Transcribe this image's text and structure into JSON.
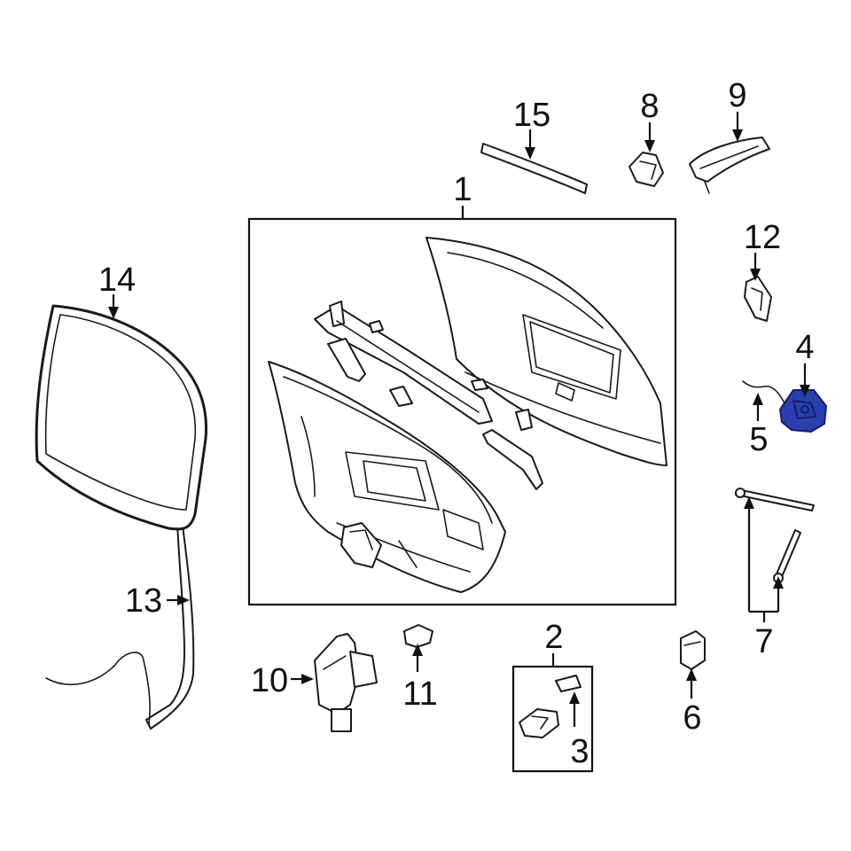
{
  "diagram": {
    "highlight_color": "#2a3fae",
    "callouts": [
      {
        "id": "c1",
        "label": "1"
      },
      {
        "id": "c2",
        "label": "2"
      },
      {
        "id": "c3",
        "label": "3"
      },
      {
        "id": "c4",
        "label": "4"
      },
      {
        "id": "c5",
        "label": "5"
      },
      {
        "id": "c6",
        "label": "6"
      },
      {
        "id": "c7",
        "label": "7"
      },
      {
        "id": "c8",
        "label": "8"
      },
      {
        "id": "c9",
        "label": "9"
      },
      {
        "id": "c10",
        "label": "10"
      },
      {
        "id": "c11",
        "label": "11"
      },
      {
        "id": "c12",
        "label": "12"
      },
      {
        "id": "c13",
        "label": "13"
      },
      {
        "id": "c14",
        "label": "14"
      },
      {
        "id": "c15",
        "label": "15"
      }
    ]
  }
}
